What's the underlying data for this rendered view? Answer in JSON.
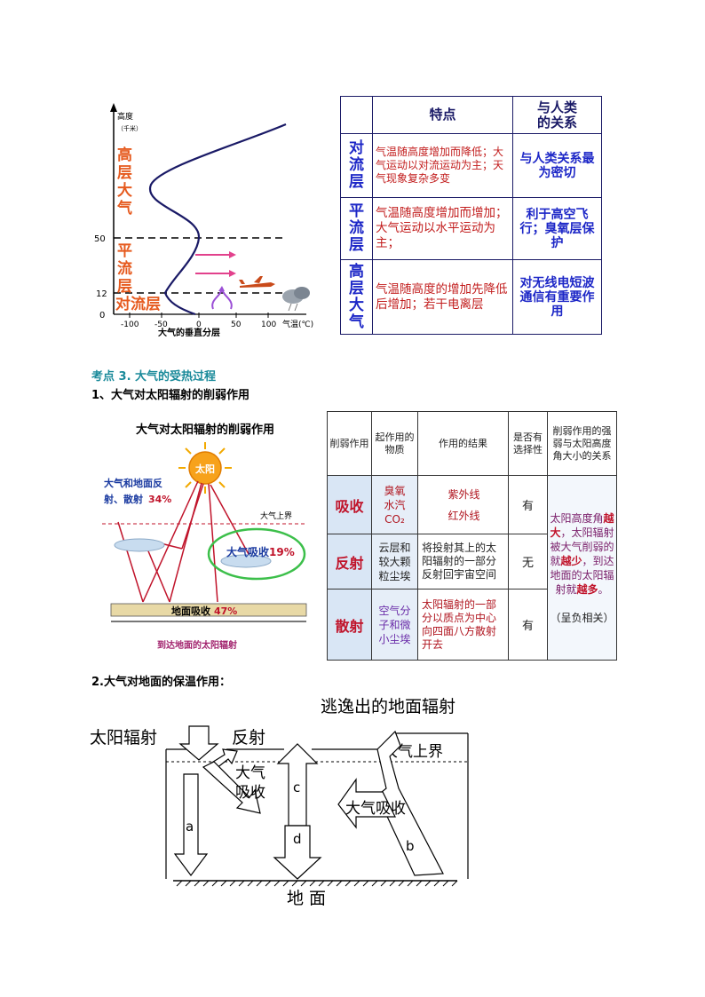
{
  "vertical_layers": {
    "y_axis_label_1": "高度",
    "y_axis_label_2": "（千米）",
    "layer_high": [
      "高",
      "层",
      "大",
      "气"
    ],
    "layer_strat": [
      "平",
      "流",
      "层"
    ],
    "layer_tropo": "对流层",
    "y_ticks": [
      "50",
      "12",
      "0"
    ],
    "x_ticks": [
      "-100",
      "-50",
      "0",
      "50",
      "100"
    ],
    "x_axis_label": "气温(℃)",
    "caption": "大气的垂直分层"
  },
  "layers_table": {
    "headers": [
      "特点",
      "与人类的关系"
    ],
    "header_relation_lines": [
      "与人类",
      "的关系"
    ],
    "rows": [
      {
        "label": [
          "对",
          "流",
          "层"
        ],
        "feature": "气温随高度增加而降低；大气运动以对流运动为主；天气现象复杂多变",
        "relation": "与人类关系最为密切"
      },
      {
        "label": [
          "平",
          "流",
          "层"
        ],
        "feature": "气温随高度增加而增加；大气运动以水平运动为主；",
        "relation": "利于高空飞行；臭氧层保护"
      },
      {
        "label": [
          "高",
          "层",
          "大",
          "气"
        ],
        "feature": "气温随高度的增加先降低后增加；若干电离层",
        "relation": "对无线电短波通信有重要作用"
      }
    ]
  },
  "section3": {
    "title": "考点 3. 大气的受热过程",
    "sub1": "1、大气对太阳辐射的削弱作用",
    "sub2": "2.大气对地面的保温作用："
  },
  "weaken_diagram": {
    "title": "大气对太阳辐射的削弱作用",
    "sun_label": "太阳",
    "reflect_label_1": "大气和地面反",
    "reflect_label_2": "射、散射",
    "reflect_pct": "34%",
    "upper_boundary": "大气上界",
    "absorb_label": "大气吸收",
    "absorb_pct": "19%",
    "ground_label": "地面吸收",
    "ground_pct": "47%",
    "caption": "到达地面的太阳辐射"
  },
  "weaken_table": {
    "headers": [
      "削弱作用",
      "起作用的物质",
      "作用的结果",
      "是否有选择性",
      "削弱作用的强弱与太阳高度角大小的关系"
    ],
    "rows": [
      {
        "process": "吸收",
        "substance": [
          "臭氧",
          "水汽",
          "CO₂"
        ],
        "result": [
          "紫外线",
          "红外线"
        ],
        "selective": "有"
      },
      {
        "process": "反射",
        "substance": [
          "云层和",
          "较大颗",
          "粒尘埃"
        ],
        "result": "将投射其上的太阳辐射的一部分反射回宇宙空间",
        "selective": "无"
      },
      {
        "process": "散射",
        "substance": [
          "空气分",
          "子和微",
          "小尘埃"
        ],
        "result": "太阳辐射的一部分以质点为中心向四面八方散射开去",
        "selective": "有"
      }
    ],
    "relation_parts": [
      "太阳高度角",
      "越大",
      "，太阳辐射被大气削弱的就",
      "越少",
      "，到达地面的太阳辐射就",
      "越多",
      "。"
    ],
    "relation_note": "（呈负相关）"
  },
  "insulation_diagram": {
    "escape_label": "逃逸出的地面辐射",
    "solar_label": "太阳辐射",
    "reflect_label": "反射",
    "absorb_label_1": "大气",
    "absorb_label_2": "吸收",
    "upper_boundary": "大气上界",
    "absorb_label_right": "大气吸收",
    "letter_a": "a",
    "letter_b": "b",
    "letter_c": "c",
    "letter_d": "d",
    "ground_label": "地 面"
  },
  "colors": {
    "layer_text": "#e65a1e",
    "table_blue": "#1d27c7",
    "table_red": "#c21d1d",
    "section_teal": "#1a8a9a",
    "process_red": "#c0132a"
  }
}
